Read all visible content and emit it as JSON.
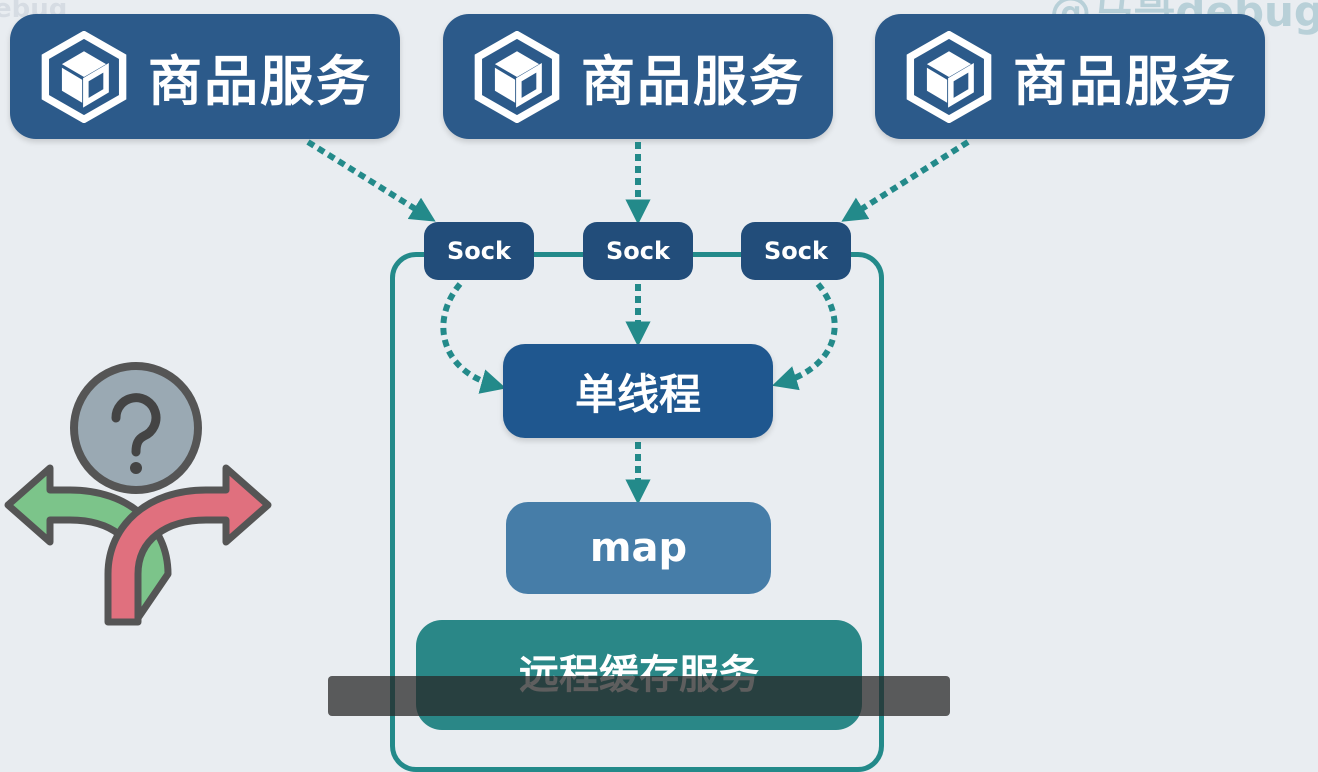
{
  "watermark": {
    "left": "ebug",
    "right": "@马哥debug"
  },
  "services": [
    {
      "label": "商品服务",
      "icon": "cube-logo-icon"
    },
    {
      "label": "商品服务",
      "icon": "cube-logo-icon"
    },
    {
      "label": "商品服务",
      "icon": "cube-logo-icon"
    }
  ],
  "sockets": [
    "Sock",
    "Sock",
    "Sock"
  ],
  "single_thread": "单线程",
  "map": "map",
  "remote_cache": "远程缓存服务",
  "subtitle": "",
  "decision_icon": "question-fork-icon",
  "colors": {
    "service": "#2c5a8a",
    "sock": "#224d7a",
    "arrow": "#238a8a",
    "container": "#238a8a",
    "single_thread": "#1f578f",
    "map": "#467da8",
    "remote_cache": "#2a8787",
    "fork_left": "#7cc48a",
    "fork_right": "#e0707e"
  }
}
